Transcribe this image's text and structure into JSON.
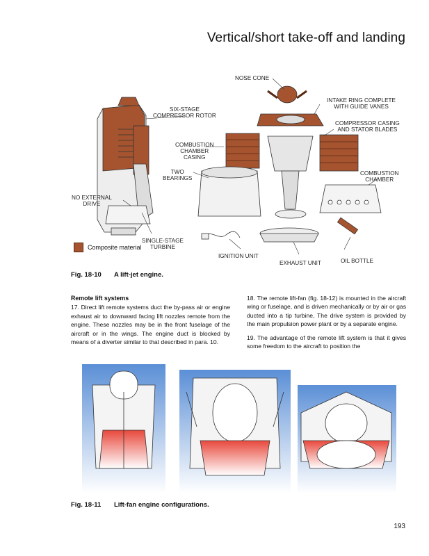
{
  "header": {
    "title": "Vertical/short take-off and landing"
  },
  "figure1": {
    "labels": {
      "nose_cone": "NOSE  CONE",
      "intake_ring": "INTAKE RING COMPLETE\nWITH GUIDE VANES",
      "compressor_rotor": "SIX-STAGE\nCOMPRESSOR ROTOR",
      "compressor_casing": "COMPRESSOR CASING\nAND STATOR BLADES",
      "combustion_casing": "COMBUSTION\nCHAMBER\nCASING",
      "two_bearings": "TWO\nBEARINGS",
      "combustion_chamber": "COMBUSTION\nCHAMBER",
      "no_external_drive": "NO EXTERNAL\nDRIVE",
      "single_stage_turbine": "SINGLE-STAGE\nTURBINE",
      "ignition_unit": "IGNITION UNIT",
      "exhaust_unit": "EXHAUST UNIT",
      "oil_bottle": "OIL BOTTLE"
    },
    "legend": "Composite material",
    "caption_number": "Fig. 18-10",
    "caption_text": "A lift-jet engine",
    "composite_color": "#a5542f"
  },
  "left_column": {
    "heading": "Remote lift systems",
    "para17": "17.   Direct lift remote systems duct the by-pass air or engine exhaust air to downward facing lift nozzles remote from the engine. These nozzles may be in the front fuselage of the aircraft or in the wings. The engine duct is blocked by means of a diverter similar to that described in para. 10."
  },
  "right_column": {
    "para18": "18.   The remote lift-fan (fig. 18-12) is mounted in the aircraft wing or fuselage, and is driven mechanically or by air or gas ducted into a tip turbine, The drive system is provided by the main propulsion power plant or by a separate engine.",
    "para19": "19.   The advantage of the remote lift system is that it gives some freedom to the aircraft to position the"
  },
  "figure2": {
    "caption_number": "Fig. 18-11",
    "caption_text": "Lift-fan engine configurations",
    "cold_color": "#5b8fd6",
    "hot_color": "#e8483c"
  },
  "footer": {
    "page_number": "193"
  }
}
